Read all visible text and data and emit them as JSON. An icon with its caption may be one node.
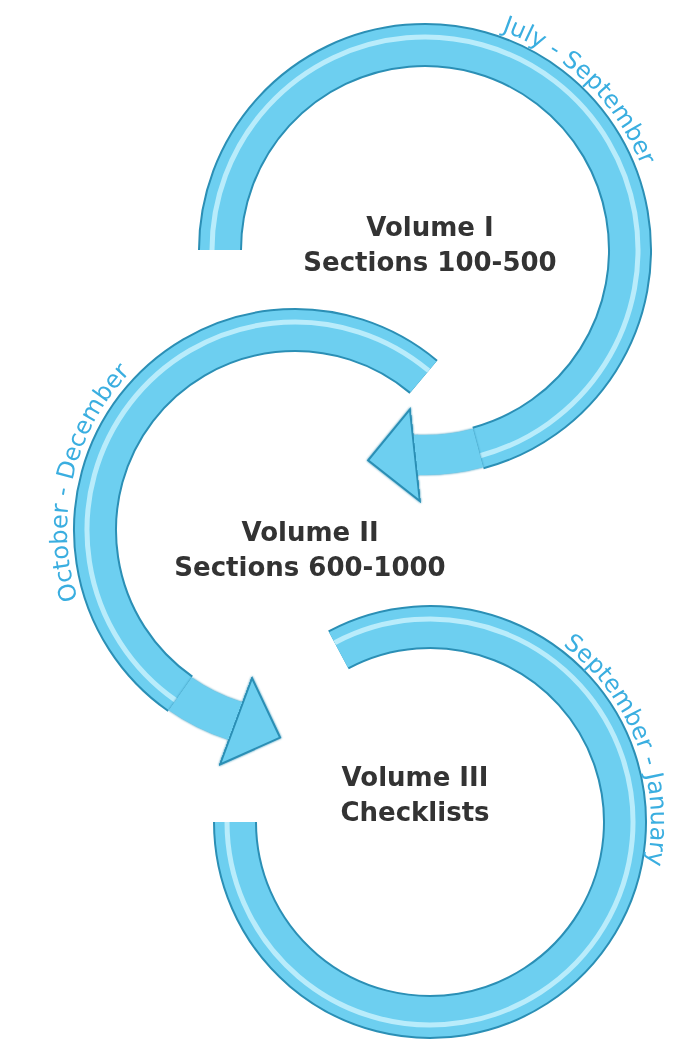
{
  "diagram": {
    "nodes": [
      {
        "text": [
          "Volume I",
          "Sections 100-500"
        ]
      },
      {
        "text": [
          "Volume II",
          "Sections 600-1000"
        ]
      },
      {
        "text": [
          "Volume III",
          "Checklists"
        ]
      }
    ],
    "edges": [
      {
        "from": 0,
        "to": 1,
        "arrow": "to"
      },
      {
        "from": 1,
        "to": 2,
        "arrow": "to"
      }
    ],
    "labels": [
      "July - September",
      "October - December",
      "September - January"
    ]
  }
}
